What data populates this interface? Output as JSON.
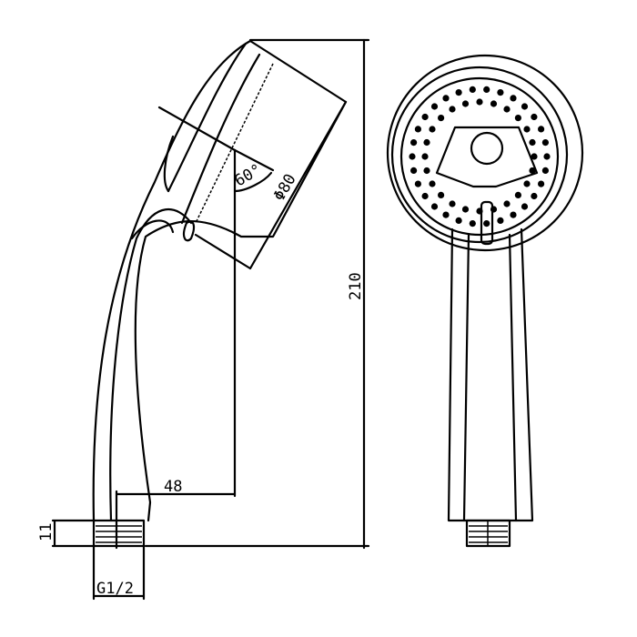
{
  "drawing": {
    "side_view": {
      "overall_height_label": "210",
      "head_diameter_label": "Φ80",
      "head_angle_label": "60°",
      "offset_label": "48",
      "thread_length_label": "11",
      "thread_size_label": "G1/2"
    },
    "front_view": {}
  },
  "colors": {
    "line": "#000000",
    "background": "#ffffff"
  }
}
